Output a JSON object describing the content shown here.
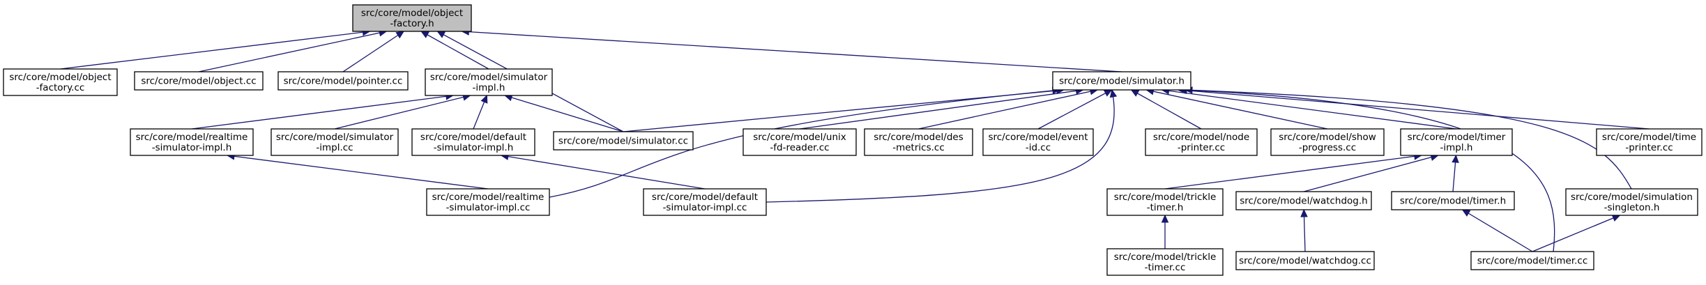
{
  "graph": {
    "nodes": [
      {
        "id": "objfac_h",
        "lines": [
          "src/core/model/object",
          "-factory.h"
        ],
        "root": true
      },
      {
        "id": "objfac_cc",
        "lines": [
          "src/core/model/object",
          "-factory.cc"
        ]
      },
      {
        "id": "object_cc",
        "lines": [
          "src/core/model/object.cc"
        ]
      },
      {
        "id": "pointer_cc",
        "lines": [
          "src/core/model/pointer.cc"
        ]
      },
      {
        "id": "simimpl_h",
        "lines": [
          "src/core/model/simulator",
          "-impl.h"
        ]
      },
      {
        "id": "simulator_h",
        "lines": [
          "src/core/model/simulator.h"
        ]
      },
      {
        "id": "rtimpl_h",
        "lines": [
          "src/core/model/realtime",
          "-simulator-impl.h"
        ]
      },
      {
        "id": "simimpl_cc",
        "lines": [
          "src/core/model/simulator",
          "-impl.cc"
        ]
      },
      {
        "id": "defimpl_h",
        "lines": [
          "src/core/model/default",
          "-simulator-impl.h"
        ]
      },
      {
        "id": "simulator_cc",
        "lines": [
          "src/core/model/simulator.cc"
        ]
      },
      {
        "id": "unixfd_cc",
        "lines": [
          "src/core/model/unix",
          "-fd-reader.cc"
        ]
      },
      {
        "id": "desmetrics_cc",
        "lines": [
          "src/core/model/des",
          "-metrics.cc"
        ]
      },
      {
        "id": "eventid_cc",
        "lines": [
          "src/core/model/event",
          "-id.cc"
        ]
      },
      {
        "id": "nodeprinter_cc",
        "lines": [
          "src/core/model/node",
          "-printer.cc"
        ]
      },
      {
        "id": "showprog_cc",
        "lines": [
          "src/core/model/show",
          "-progress.cc"
        ]
      },
      {
        "id": "timerimpl_h",
        "lines": [
          "src/core/model/timer",
          "-impl.h"
        ]
      },
      {
        "id": "timeprinter_cc",
        "lines": [
          "src/core/model/time",
          "-printer.cc"
        ]
      },
      {
        "id": "rtimpl_cc",
        "lines": [
          "src/core/model/realtime",
          "-simulator-impl.cc"
        ]
      },
      {
        "id": "defimpl_cc",
        "lines": [
          "src/core/model/default",
          "-simulator-impl.cc"
        ]
      },
      {
        "id": "trickle_h",
        "lines": [
          "src/core/model/trickle",
          "-timer.h"
        ]
      },
      {
        "id": "watchdog_h",
        "lines": [
          "src/core/model/watchdog.h"
        ]
      },
      {
        "id": "timer_h",
        "lines": [
          "src/core/model/timer.h"
        ]
      },
      {
        "id": "simsingle_h",
        "lines": [
          "src/core/model/simulation",
          "-singleton.h"
        ]
      },
      {
        "id": "trickle_cc",
        "lines": [
          "src/core/model/trickle",
          "-timer.cc"
        ]
      },
      {
        "id": "watchdog_cc",
        "lines": [
          "src/core/model/watchdog.cc"
        ]
      },
      {
        "id": "timer_cc",
        "lines": [
          "src/core/model/timer.cc"
        ]
      }
    ],
    "edges": [
      {
        "from": "objfac_cc",
        "to": "objfac_h"
      },
      {
        "from": "object_cc",
        "to": "objfac_h"
      },
      {
        "from": "pointer_cc",
        "to": "objfac_h"
      },
      {
        "from": "simimpl_h",
        "to": "objfac_h"
      },
      {
        "from": "simulator_cc",
        "to": "objfac_h"
      },
      {
        "from": "simulator_h",
        "to": "objfac_h"
      },
      {
        "from": "rtimpl_h",
        "to": "simimpl_h"
      },
      {
        "from": "simimpl_cc",
        "to": "simimpl_h"
      },
      {
        "from": "defimpl_h",
        "to": "simimpl_h"
      },
      {
        "from": "simulator_cc",
        "to": "simimpl_h"
      },
      {
        "from": "rtimpl_cc",
        "to": "rtimpl_h"
      },
      {
        "from": "defimpl_cc",
        "to": "defimpl_h"
      },
      {
        "from": "simulator_cc",
        "to": "simulator_h"
      },
      {
        "from": "rtimpl_cc",
        "to": "simulator_h"
      },
      {
        "from": "defimpl_cc",
        "to": "simulator_h"
      },
      {
        "from": "unixfd_cc",
        "to": "simulator_h"
      },
      {
        "from": "desmetrics_cc",
        "to": "simulator_h"
      },
      {
        "from": "eventid_cc",
        "to": "simulator_h"
      },
      {
        "from": "nodeprinter_cc",
        "to": "simulator_h"
      },
      {
        "from": "showprog_cc",
        "to": "simulator_h"
      },
      {
        "from": "timerimpl_h",
        "to": "simulator_h"
      },
      {
        "from": "timer_cc",
        "to": "simulator_h"
      },
      {
        "from": "simsingle_h",
        "to": "simulator_h"
      },
      {
        "from": "timeprinter_cc",
        "to": "simulator_h"
      },
      {
        "from": "trickle_h",
        "to": "timerimpl_h"
      },
      {
        "from": "watchdog_h",
        "to": "timerimpl_h"
      },
      {
        "from": "timer_h",
        "to": "timerimpl_h"
      },
      {
        "from": "trickle_cc",
        "to": "trickle_h"
      },
      {
        "from": "watchdog_cc",
        "to": "watchdog_h"
      },
      {
        "from": "timer_cc",
        "to": "timer_h"
      },
      {
        "from": "timer_cc",
        "to": "simsingle_h"
      }
    ],
    "colors": {
      "edge": "#191970",
      "root_fill": "#bfbfbf",
      "node_fill": "#ffffff",
      "border": "#000000"
    }
  }
}
